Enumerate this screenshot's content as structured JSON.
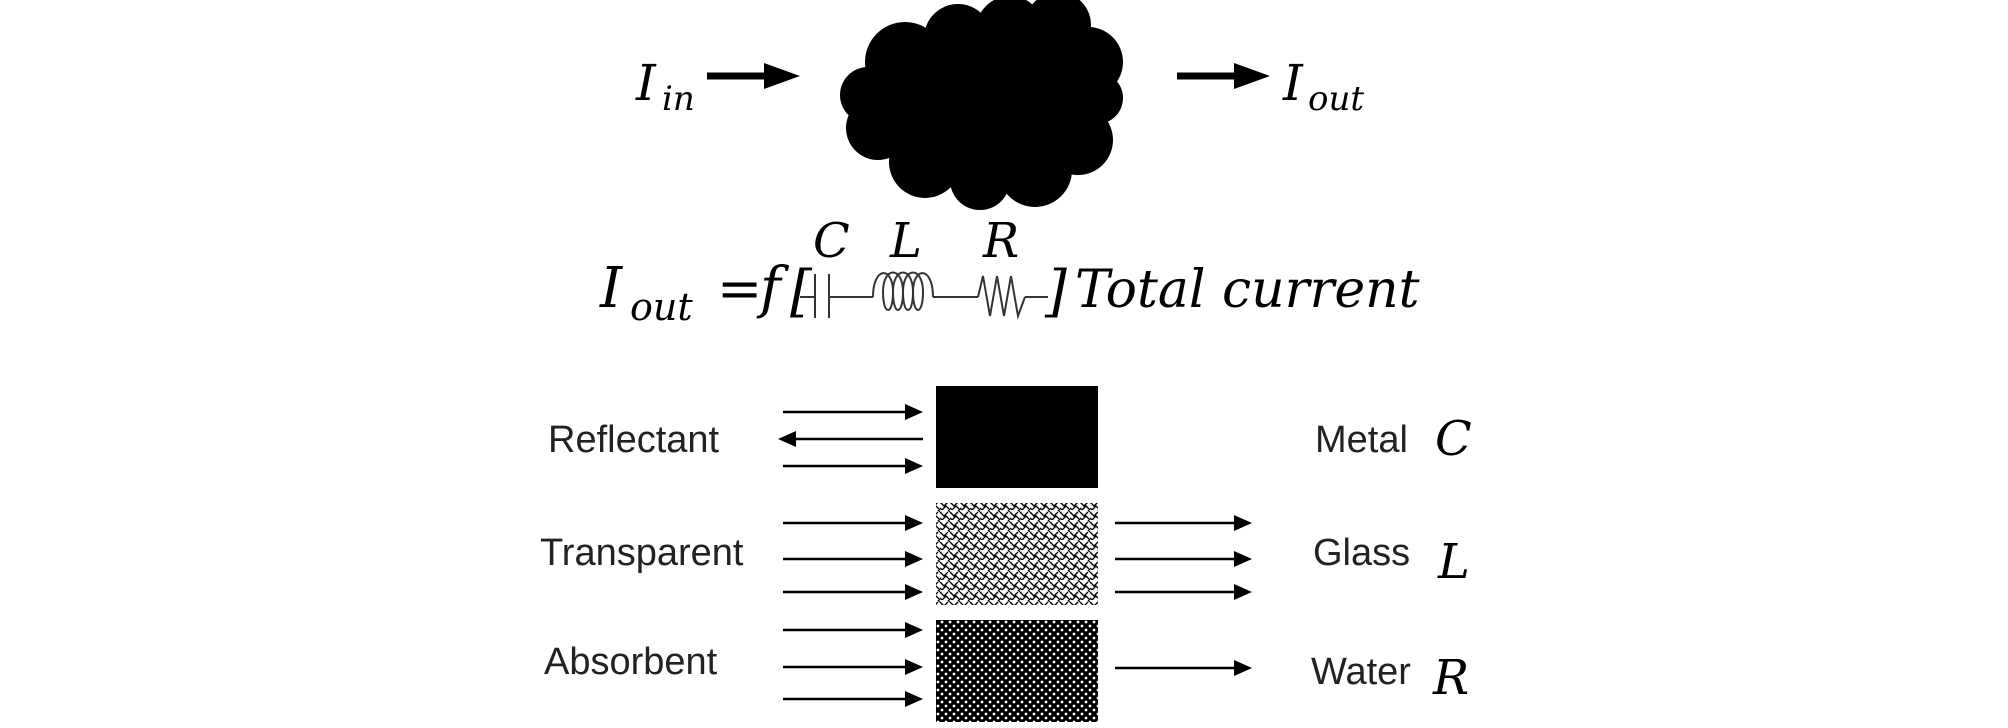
{
  "top": {
    "input_symbol": "I",
    "input_subscript": "in",
    "output_symbol": "I",
    "output_subscript": "out"
  },
  "equation": {
    "lhs_symbol": "I",
    "lhs_subscript": "out",
    "equals": "=",
    "function": "f",
    "open_bracket": "[",
    "close_bracket": "]",
    "capacitor_label": "C",
    "inductor_label": "L",
    "resistor_label": "R",
    "rhs_text": "Total current"
  },
  "materials": [
    {
      "behavior": "Reflectant",
      "material": "Metal",
      "symbol": "C"
    },
    {
      "behavior": "Transparent",
      "material": "Glass",
      "symbol": "L"
    },
    {
      "behavior": "Absorbent",
      "material": "Water",
      "symbol": "R"
    }
  ],
  "colors": {
    "ink": "#000000",
    "label": "#222222",
    "background": "#ffffff"
  }
}
